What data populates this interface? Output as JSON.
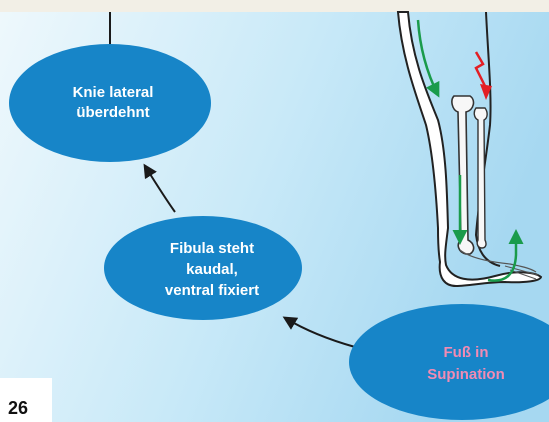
{
  "page_number": "26",
  "colors": {
    "background_top": "#f3f0e6",
    "panel_light": "#dff2fb",
    "panel_blue": "#9fd3ef",
    "node_fill": "#1785c8",
    "node_text": "#ffffff",
    "highlight_text": "#f28bb4",
    "arrow": "#1a1a1a",
    "green_arrow": "#1a9b4b",
    "red_bolt": "#e31e24"
  },
  "nodes": [
    {
      "id": "knee",
      "lines": [
        "Knie lateral",
        "überdehnt"
      ]
    },
    {
      "id": "fibula",
      "lines": [
        "Fibula steht",
        "kaudal,",
        "ventral fixiert"
      ]
    },
    {
      "id": "foot",
      "lines": [
        "Fuß in",
        "Supination"
      ]
    }
  ],
  "illustration": {
    "subject": "leg-with-fibula",
    "icons": [
      "lightning-bolt-icon",
      "green-rotation-arrow-icon"
    ]
  }
}
